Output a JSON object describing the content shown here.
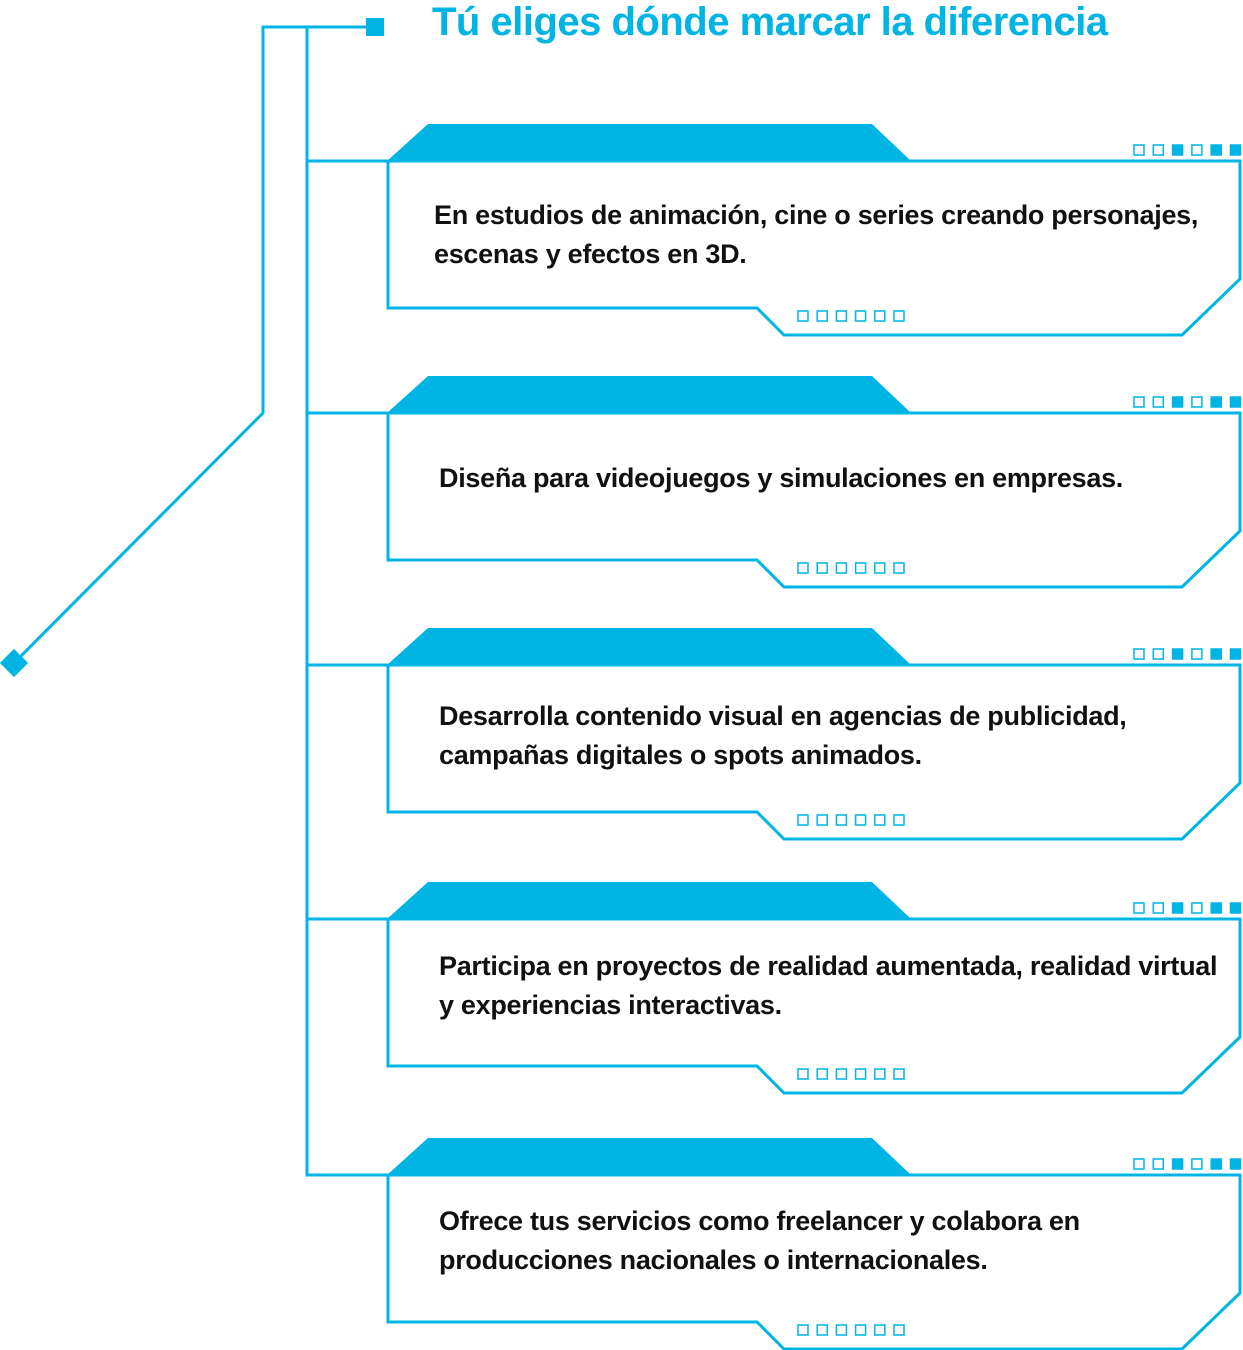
{
  "title": "Tú eliges dónde marcar la diferencia",
  "colors": {
    "accent": "#00b4e4",
    "text": "#111111"
  },
  "cards": [
    {
      "text": "En estudios de animación, cine o series creando personajes, escenas y efectos en 3D.",
      "top_indicators": [
        0,
        0,
        1,
        0,
        1,
        1
      ]
    },
    {
      "text": "Diseña para videojuegos y simulaciones en empresas.",
      "top_indicators": [
        0,
        0,
        1,
        0,
        1,
        1
      ]
    },
    {
      "text": "Desarrolla contenido visual en agencias de publicidad, campañas digitales o spots animados.",
      "top_indicators": [
        0,
        0,
        1,
        0,
        1,
        1
      ]
    },
    {
      "text": "Participa en proyectos de realidad aumentada, realidad virtual y experiencias interactivas.",
      "top_indicators": [
        0,
        0,
        1,
        0,
        1,
        1
      ]
    },
    {
      "text": "Ofrece tus servicios como freelancer y colabora en producciones nacionales o internacionales.",
      "top_indicators": [
        0,
        0,
        1,
        0,
        1,
        1
      ]
    }
  ]
}
